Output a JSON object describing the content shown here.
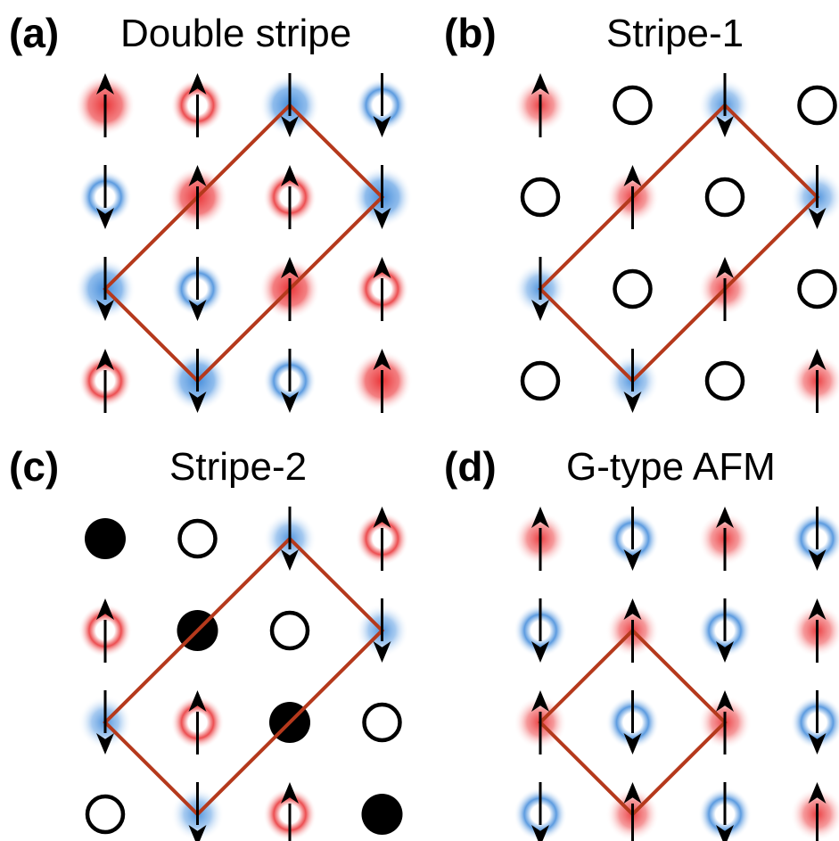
{
  "colors": {
    "spin_up": "#e8282b",
    "spin_down": "#3a86d8",
    "arrow": "#000000",
    "cell": "#b5391c",
    "empty_site": "#000000",
    "filled_site": "#000000"
  },
  "panels": [
    {
      "label": "(a)",
      "title": "Double stripe",
      "sites": [
        [
          "up-big",
          "up-ring",
          "down-big",
          "down-ring"
        ],
        [
          "down-ring",
          "up-big",
          "up-ring",
          "down-big"
        ],
        [
          "down-big",
          "down-ring",
          "up-big",
          "up-ring"
        ],
        [
          "up-ring",
          "down-big",
          "down-ring",
          "up-big"
        ]
      ],
      "cell": "large"
    },
    {
      "label": "(b)",
      "title": "Stripe-1",
      "sites": [
        [
          "up",
          "empty",
          "down",
          "empty"
        ],
        [
          "empty",
          "up",
          "empty",
          "down"
        ],
        [
          "down",
          "empty",
          "up",
          "empty"
        ],
        [
          "empty",
          "down",
          "empty",
          "up"
        ]
      ],
      "cell": "large"
    },
    {
      "label": "(c)",
      "title": "Stripe-2",
      "sites": [
        [
          "filled",
          "empty",
          "down",
          "up-ring"
        ],
        [
          "up-ring",
          "filled",
          "empty",
          "down"
        ],
        [
          "down",
          "up-ring",
          "filled",
          "empty"
        ],
        [
          "empty",
          "down",
          "up-ring",
          "filled"
        ]
      ],
      "cell": "large"
    },
    {
      "label": "(d)",
      "title": "G-type AFM",
      "sites": [
        [
          "up",
          "down-ring",
          "up",
          "down-ring"
        ],
        [
          "down-ring",
          "up",
          "down-ring",
          "up"
        ],
        [
          "up",
          "down-ring",
          "up",
          "down-ring"
        ],
        [
          "down-ring",
          "up",
          "down-ring",
          "up"
        ]
      ],
      "cell": "small"
    }
  ]
}
